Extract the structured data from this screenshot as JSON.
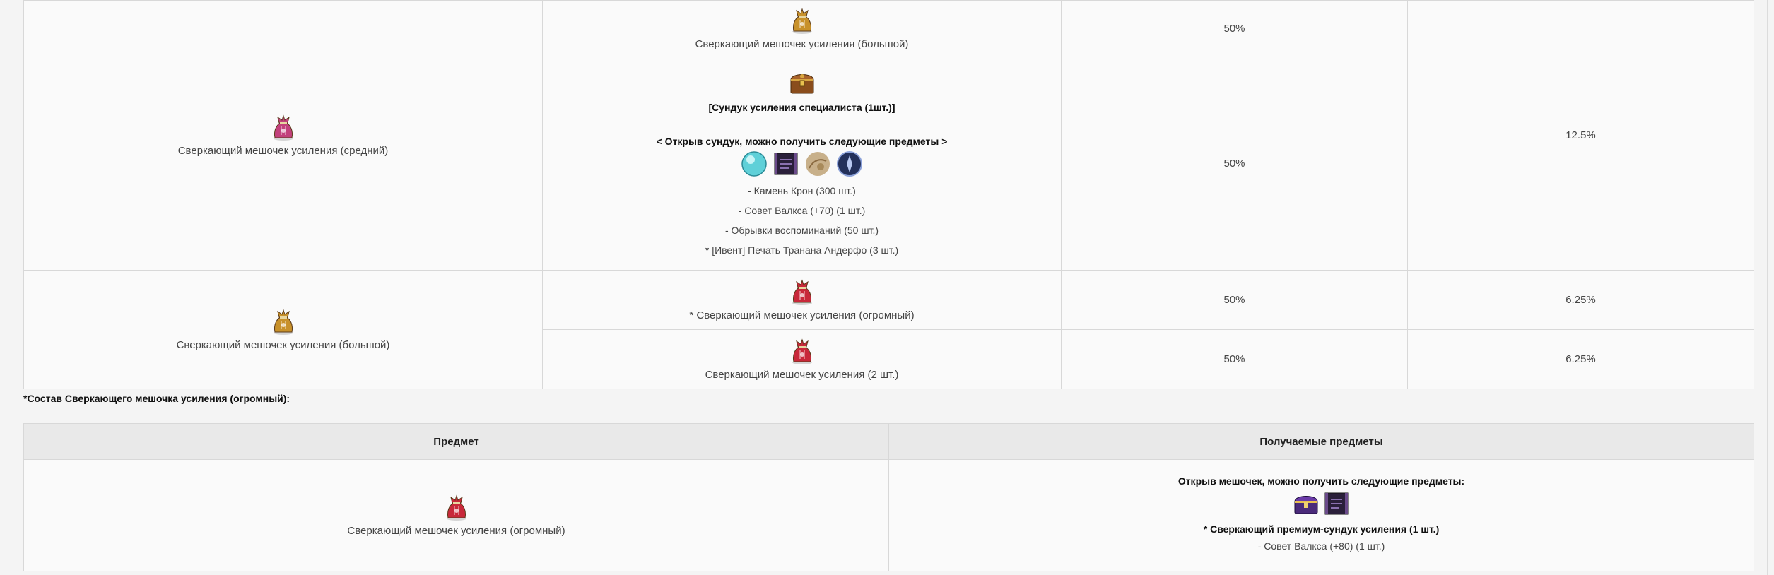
{
  "table1": {
    "rows": [
      {
        "left_item": "Сверкающий мешочек усиления (средний)",
        "left_icon": "pink-pouch-icon",
        "sub": [
          {
            "item": "Сверкающий мешочек усиления (большой)",
            "icon": "gold-pouch-icon",
            "chance": "50%"
          },
          {
            "chest_title": "[Сундук усиления специалиста (1шт.)]",
            "chest_icon": "treasure-chest-icon",
            "open_text": "< Открыв сундук, можно получить следующие предметы >",
            "icons": [
              "kron-stone-icon",
              "scroll-icon",
              "memory-fragment-icon",
              "seal-icon"
            ],
            "contents": [
              "- Камень Крон (300 шт.)",
              "- Совет Валкса (+70) (1 шт.)",
              "- Обрывки воспоминаний (50 шт.)",
              "* [Ивент] Печать Транана Андерфо (3 шт.)"
            ],
            "chance": "50%"
          }
        ],
        "total": "12.5%"
      },
      {
        "left_item": "Сверкающий мешочек усиления (большой)",
        "left_icon": "gold-pouch-icon",
        "sub": [
          {
            "item": "* Сверкающий мешочек усиления (огромный)",
            "icon": "red-pouch-icon",
            "chance": "50%",
            "total": "6.25%"
          },
          {
            "item": "Сверкающий мешочек усиления (2 шт.)",
            "icon": "red-pouch-icon",
            "chance": "50%",
            "total": "6.25%"
          }
        ]
      }
    ]
  },
  "note": "*Состав Сверкающего мешочка усиления (огромный):",
  "table2": {
    "headers": [
      "Предмет",
      "Получаемые предметы"
    ],
    "row": {
      "item": "Сверкающий мешочек усиления (огромный)",
      "icon": "red-pouch-icon",
      "open_text": "Открыв мешочек, можно получить следующие предметы:",
      "icons": [
        "premium-chest-icon",
        "scroll-icon"
      ],
      "line1": "* Сверкающий премиум-сундук усиления (1 шт.)",
      "line2": "- Совет Валкса (+80) (1 шт.)"
    }
  },
  "colors": {
    "pink_pouch": "#c2407c",
    "gold_pouch": "#c8912a",
    "red_pouch": "#c8283a",
    "chest": "#9a5a22"
  }
}
